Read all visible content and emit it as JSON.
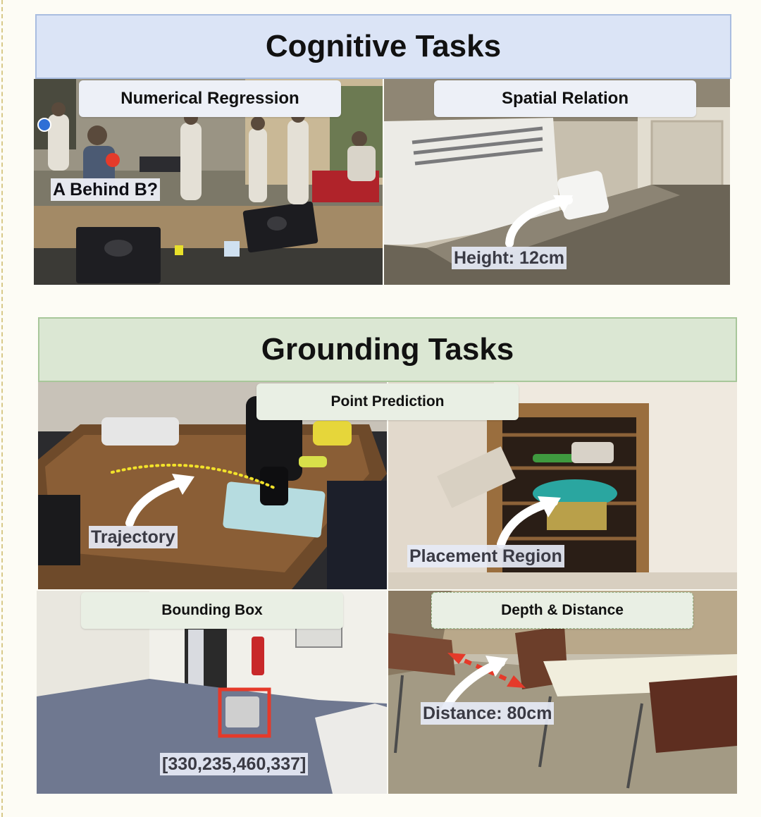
{
  "cognitive": {
    "title": "Cognitive Tasks",
    "panels": [
      {
        "label": "Numerical Regression",
        "annotation": "A Behind B?"
      },
      {
        "label": "Spatial Relation",
        "annotation": "Height: 12cm"
      }
    ]
  },
  "grounding": {
    "title": "Grounding Tasks",
    "point_prediction": {
      "label": "Point Prediction",
      "trajectory_annotation": "Trajectory",
      "placement_annotation": "Placement Region"
    },
    "bounding_box": {
      "label": "Bounding Box",
      "annotation": "[330,235,460,337]"
    },
    "depth_distance": {
      "label": "Depth & Distance",
      "annotation": "Distance: 80cm"
    }
  },
  "colors": {
    "cognitive_header_bg": "#dbe4f6",
    "grounding_header_bg": "#dbe7d3",
    "marker_red": "#e53a2a",
    "marker_blue": "#2f6fd6",
    "trajectory_yellow": "#f2e22a",
    "arrow_white": "#ffffff"
  }
}
